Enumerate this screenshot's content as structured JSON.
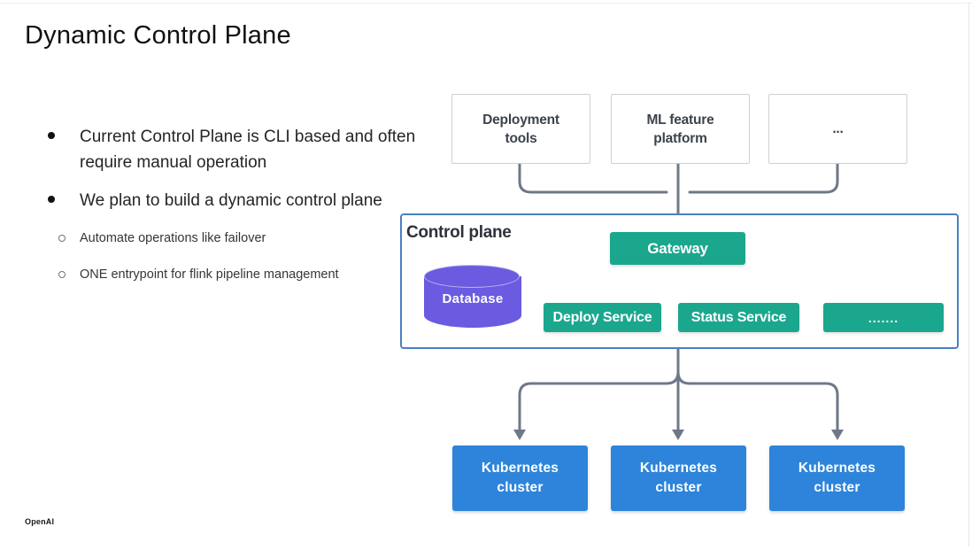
{
  "slide": {
    "title": "Dynamic Control Plane",
    "brand": "OpenAI"
  },
  "bullets": {
    "main": [
      "Current Control Plane is CLI based and often require manual operation",
      "We plan to build a dynamic control plane"
    ],
    "sub": [
      "Automate operations like failover",
      "ONE entrypoint for flink pipeline management"
    ]
  },
  "diagram": {
    "sources": [
      "Deployment tools",
      "ML feature platform",
      "..."
    ],
    "control_plane": {
      "title": "Control plane",
      "gateway": "Gateway",
      "database": "Database",
      "services": [
        "Deploy Service",
        "Status Service",
        "......."
      ]
    },
    "clusters": [
      "Kubernetes cluster",
      "Kubernetes cluster",
      "Kubernetes cluster"
    ],
    "colors": {
      "teal": "#1ba78e",
      "purple": "#6a5be0",
      "blue": "#2d84da",
      "connector_gray": "#6f7888",
      "control_plane_border": "#4a80c2",
      "source_box_border": "#ccd1d7"
    }
  }
}
